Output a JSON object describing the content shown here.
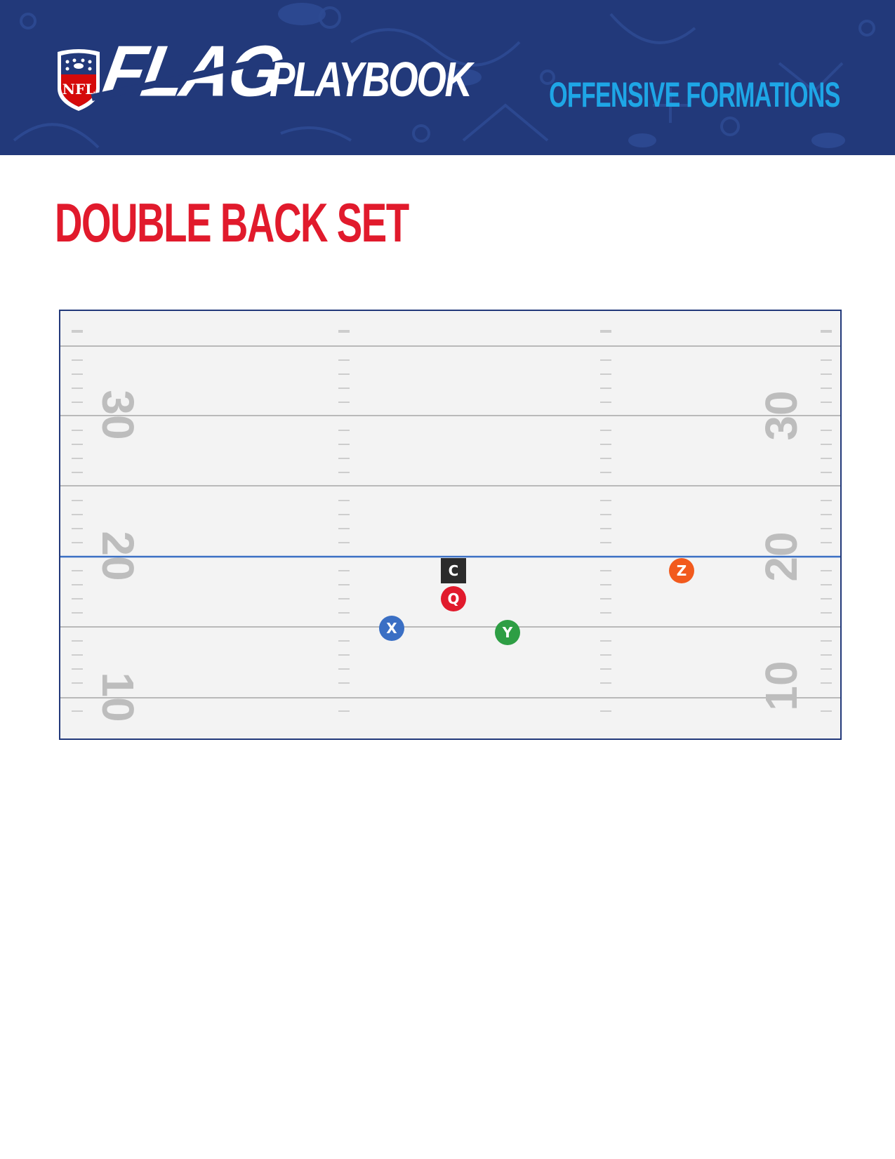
{
  "header": {
    "logo_text": "NFL",
    "brand_flag": "FLAG",
    "brand_playbook": "PLAYBOOK",
    "section": "OFFENSIVE FORMATIONS",
    "colors": {
      "background": "#22397a",
      "section": "#1ea6e6",
      "shield_red": "#d50a0a"
    }
  },
  "title": "DOUBLE BACK SET",
  "field": {
    "yard_numbers_left": [
      "30",
      "20",
      "10"
    ],
    "yard_numbers_right": [
      "30",
      "20",
      "10"
    ],
    "line_of_scrimmage_yard": 20,
    "colors": {
      "field": "#f3f3f3",
      "border": "#22397a",
      "line_of_scrimmage": "#3a6fc4",
      "yard_number": "#bdbdbd"
    }
  },
  "players": [
    {
      "label": "C",
      "role": "center",
      "color": "#2b2b2b",
      "shape": "square"
    },
    {
      "label": "Q",
      "role": "quarterback",
      "color": "#e11a2c",
      "shape": "circle"
    },
    {
      "label": "X",
      "role": "receiver",
      "color": "#3a6fc4",
      "shape": "circle"
    },
    {
      "label": "Y",
      "role": "receiver",
      "color": "#2e9e44",
      "shape": "circle"
    },
    {
      "label": "Z",
      "role": "receiver",
      "color": "#f25a1d",
      "shape": "circle"
    }
  ]
}
